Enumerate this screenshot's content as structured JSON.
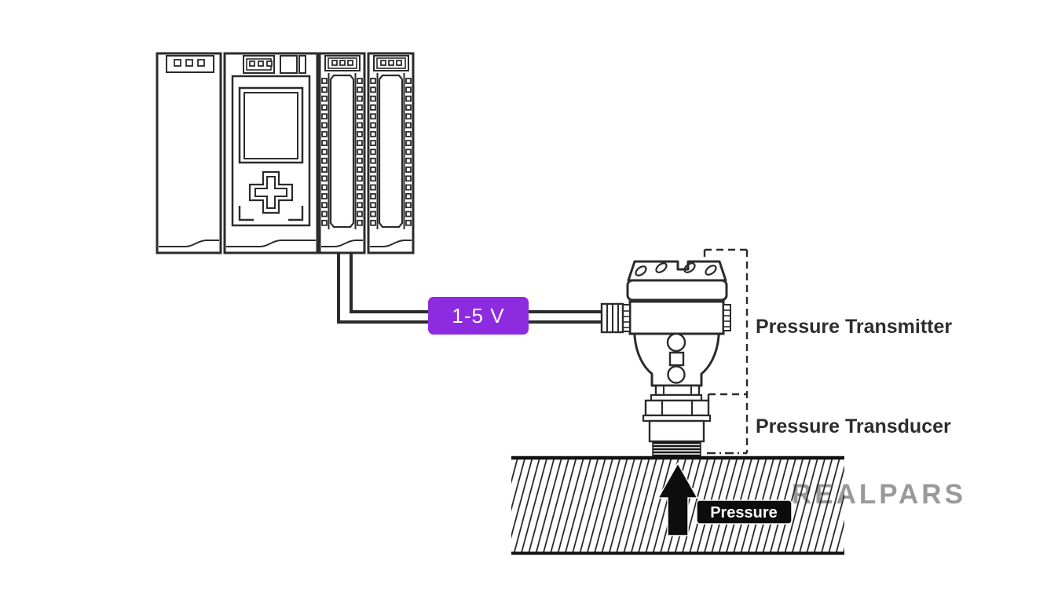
{
  "labels": {
    "signal_range": "1-5 V",
    "transmitter": "Pressure Transmitter",
    "transducer": "Pressure Transducer",
    "pressure": "Pressure",
    "watermark": "REALPARS"
  },
  "colors": {
    "signal_badge": "#8C2BE0",
    "line_art": "#2B2B2B",
    "label_text": "#2D2D2D",
    "pressure_badge_bg": "#0C0C0C",
    "pressure_badge_text": "#FFFFFF",
    "watermark": "#8E8E8E",
    "background": "#FFFFFF"
  }
}
